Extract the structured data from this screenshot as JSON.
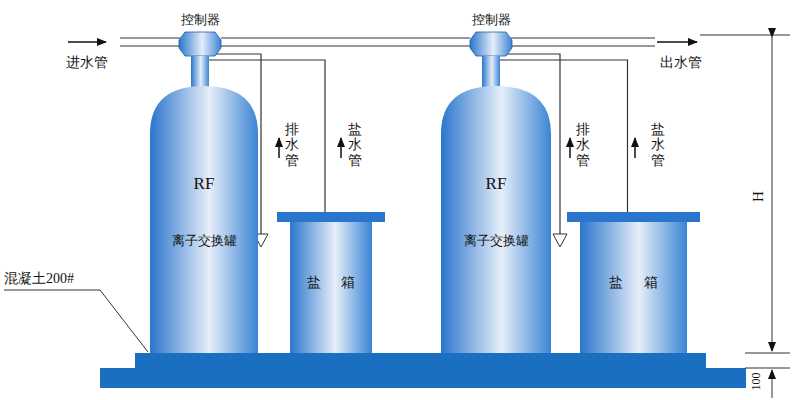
{
  "diagram": {
    "nodes": [
      {
        "text": [
          "控制器"
        ]
      },
      {
        "text": [
          "控制器"
        ]
      },
      {
        "text": [
          "RF",
          "离子交换罐"
        ]
      },
      {
        "text": [
          "盐 箱"
        ]
      },
      {
        "text": [
          "RF",
          "离子交换罐"
        ]
      },
      {
        "text": [
          "盐 箱"
        ]
      }
    ],
    "edges": [
      {
        "from": 0,
        "to": 1,
        "arrow": "none"
      },
      {
        "from": 3,
        "to": 0,
        "label": "盐水管",
        "arrow": "none"
      },
      {
        "from": 5,
        "to": 1,
        "label": "盐水管",
        "arrow": "none"
      }
    ],
    "labels": [
      "进水管",
      "出水管",
      "排水管",
      "排水管",
      "混凝土200#",
      "H",
      "100"
    ]
  }
}
